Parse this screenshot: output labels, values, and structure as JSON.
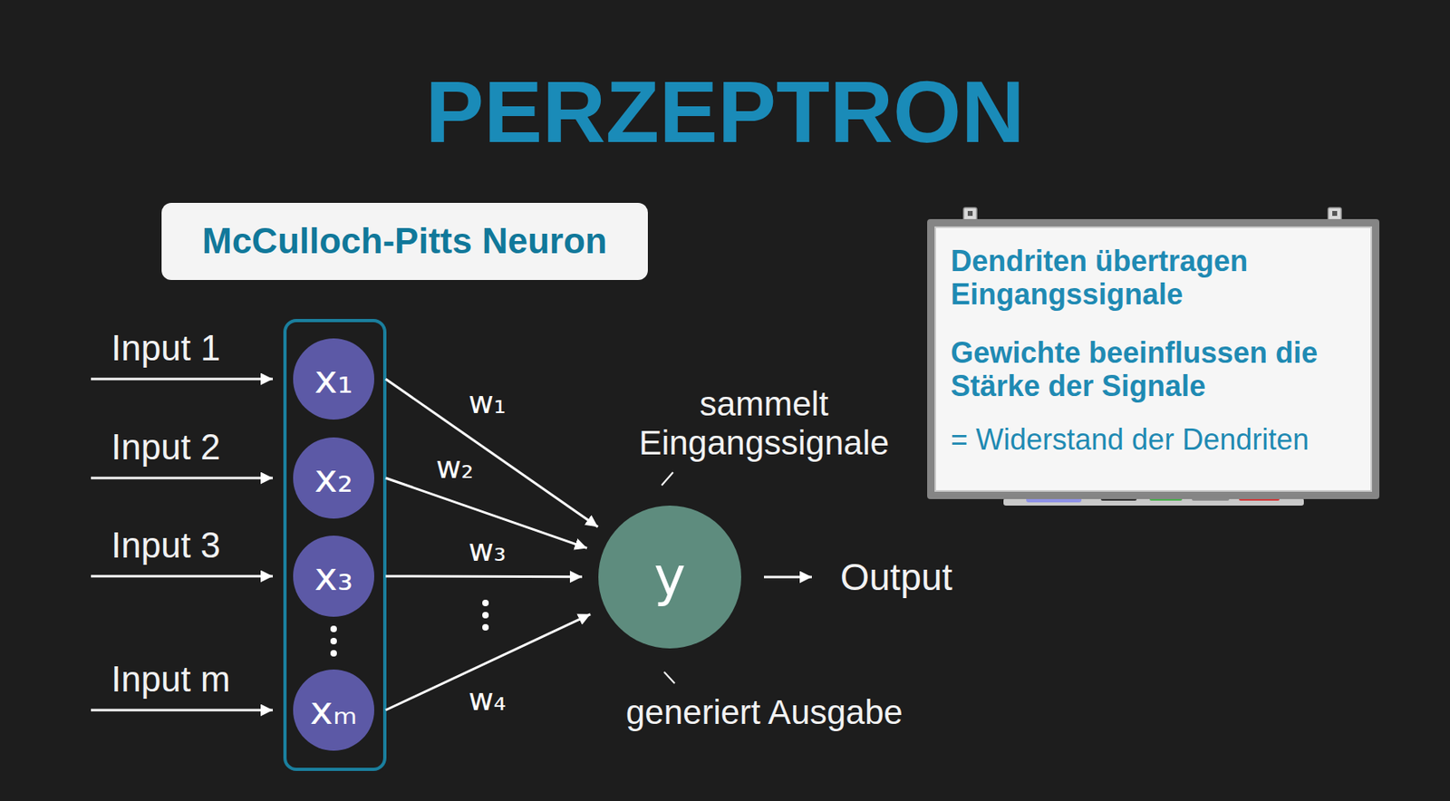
{
  "diagram": {
    "title": "PERZEPTRON",
    "nodes": [
      {
        "text": [
          "McCulloch-Pitts Neuron"
        ]
      },
      {
        "text": [
          "x₁"
        ]
      },
      {
        "text": [
          "x₂"
        ]
      },
      {
        "text": [
          "x₃"
        ]
      },
      {
        "text": [
          "xₘ"
        ]
      },
      {
        "text": [
          "y"
        ]
      },
      {
        "text": [
          "Dendriten übertragen Eingangssignale",
          "Gewichte beeinflussen die Stärke der Signale",
          "= Widerstand der Dendriten"
        ]
      }
    ],
    "edges": [
      {
        "from": 1,
        "to": 5,
        "arrow": "to",
        "label": "w₁"
      },
      {
        "from": 2,
        "to": 5,
        "arrow": "to",
        "label": "w₂"
      },
      {
        "from": 3,
        "to": 5,
        "arrow": "to",
        "label": "w₃"
      },
      {
        "from": 4,
        "to": 5,
        "arrow": "to",
        "label": "w₄"
      }
    ],
    "labels": [
      "Input 1",
      "Input 2",
      "Input 3",
      "Input m",
      "sammelt Eingangssignale",
      "generiert Ausgabe",
      "Output"
    ]
  }
}
